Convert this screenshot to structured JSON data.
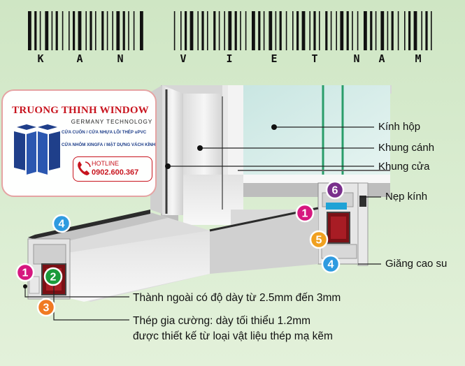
{
  "barcode": {
    "letters": [
      "K",
      "A",
      "N",
      "V",
      "I",
      "E",
      "T",
      "N",
      "A",
      "M"
    ]
  },
  "brand": {
    "name": "TRUONG THINH WINDOW",
    "subtitle": "GERMANY TECHNOLOGY",
    "line1": "CỬA CUỐN / CỬA NHỰA LÕI THÉP uPVC",
    "line2": "CỬA NHÔM XINGFA / MẶT DỰNG VÁCH KÍNH",
    "hotline_label": "HOTLINE",
    "hotline_number": "0902.600.367",
    "colors": {
      "red": "#c8141e",
      "blue": "#1f3f8a"
    }
  },
  "callouts": {
    "kinh_hop": "Kính hộp",
    "khung_canh": "Khung cánh",
    "khung_cua": "Khung cửa",
    "nep_kinh": "Nẹp kính",
    "giang_cao_su": "Giăng cao su"
  },
  "notes": {
    "thanh_ngoai": "Thành ngoài có độ dày từ 2.5mm đến 3mm",
    "thep_line1": "Thép gia cường: dày tối thiểu 1.2mm",
    "thep_line2": "được thiết kế từ loại vật liệu thép mạ kẽm"
  },
  "badges": {
    "b1": "1",
    "b2": "2",
    "b3": "3",
    "b4": "4",
    "b5": "5",
    "b6": "6",
    "colors": {
      "1": "#d6177f",
      "2": "#1a9a3a",
      "3": "#f07a22",
      "4": "#2f9be0",
      "5": "#f0a020",
      "6": "#7a2f8c"
    }
  }
}
